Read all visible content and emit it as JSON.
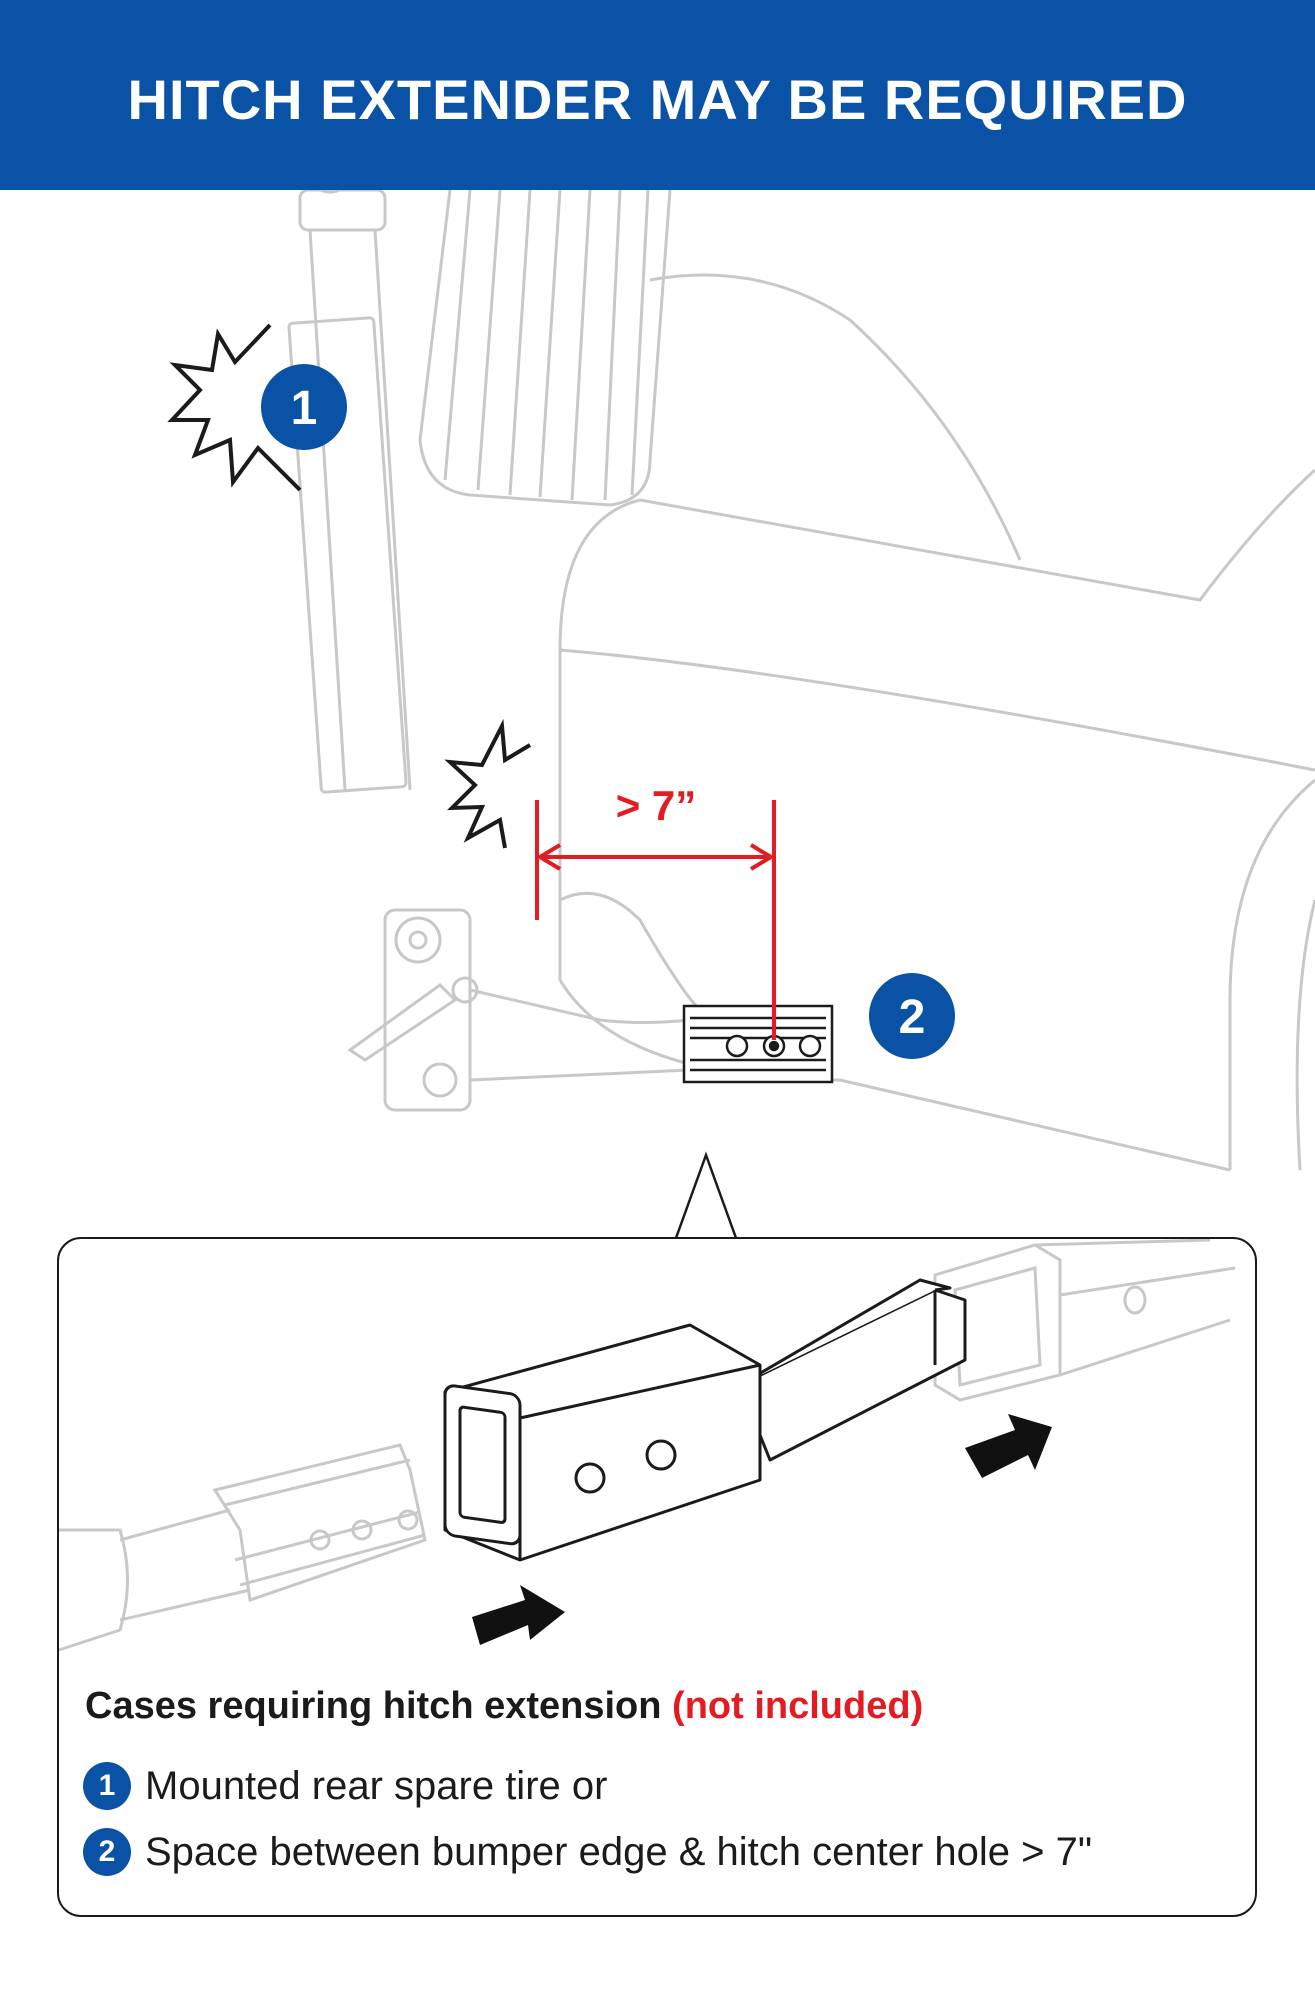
{
  "banner": {
    "title": "HITCH EXTENDER MAY BE REQUIRED"
  },
  "markers": {
    "one": "1",
    "two": "2"
  },
  "measurement": {
    "label": "> 7”"
  },
  "colors": {
    "brand_blue": "#0a52a5",
    "alert_red": "#e31b23",
    "line_gray": "#c8c8c8",
    "ink": "#1b1b1b"
  },
  "callout": {
    "heading": "Cases requiring hitch extension",
    "heading_note": "(not included)",
    "items": [
      {
        "number": "1",
        "text": "Mounted rear spare tire or"
      },
      {
        "number": "2",
        "text": "Space between bumper edge & hitch center hole > 7\""
      }
    ]
  },
  "icons": [
    "impact-burst-icon",
    "arrow-icon",
    "hitch-extender-icon",
    "receiver-tube-icon"
  ]
}
